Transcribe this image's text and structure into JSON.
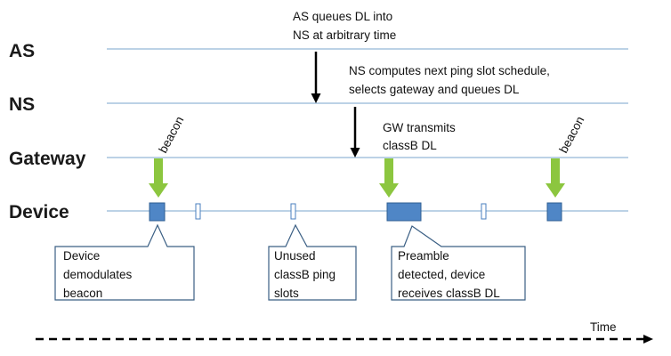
{
  "rows": {
    "as": "AS",
    "ns": "NS",
    "gateway": "Gateway",
    "device": "Device"
  },
  "annotations": {
    "as_queue": [
      "AS queues DL into",
      "NS at arbitrary time"
    ],
    "ns_compute": [
      "NS computes next ping slot schedule,",
      "selects gateway and queues DL"
    ],
    "gw_transmit": [
      "GW transmits",
      "classB DL"
    ],
    "beacon_left": "beacon",
    "beacon_right": "beacon"
  },
  "callouts": {
    "demod": [
      "Device",
      "demodulates",
      "beacon"
    ],
    "unused": [
      "Unused",
      "classB ping",
      "slots"
    ],
    "preamble": [
      "Preamble",
      "detected, device",
      "receives classB DL"
    ]
  },
  "time_label": "Time",
  "colors": {
    "lane": "#7aa6cc",
    "slot_fill": "#4f86c6",
    "beacon_arrow": "#8cc63f",
    "callout_border": "#3b5f84"
  }
}
